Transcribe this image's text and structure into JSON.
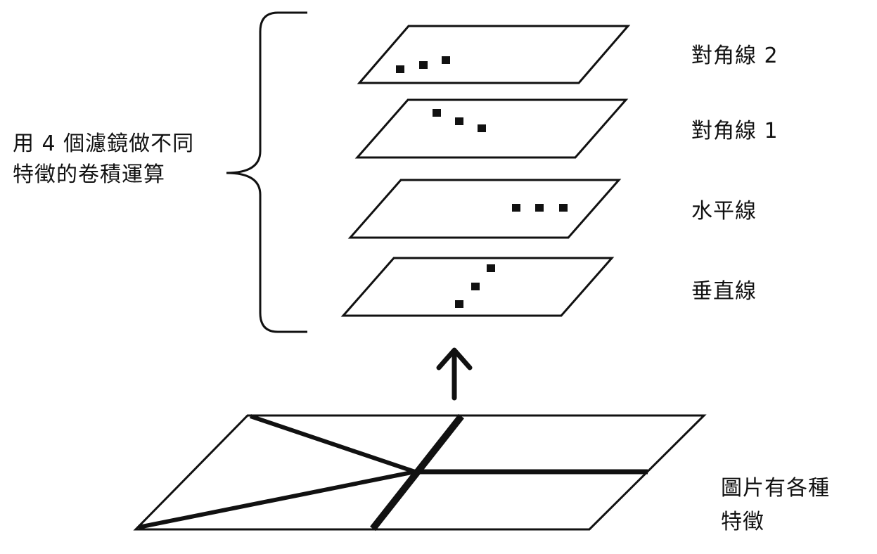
{
  "left_caption": {
    "line1": "用 4 個濾鏡做不同",
    "line2": "特徵的卷積運算"
  },
  "layers": [
    {
      "id": "diagonal-2",
      "label": "對角線 2"
    },
    {
      "id": "diagonal-1",
      "label": "對角線 1"
    },
    {
      "id": "horizontal",
      "label": "水平線"
    },
    {
      "id": "vertical",
      "label": "垂直線"
    }
  ],
  "bottom_caption": {
    "line1": "圖片有各種",
    "line2": "特徵"
  },
  "colors": {
    "ink": "#111111",
    "background": "#ffffff"
  },
  "icons": {
    "up_arrow": "up-arrow-icon",
    "brace": "left-curly-brace"
  }
}
